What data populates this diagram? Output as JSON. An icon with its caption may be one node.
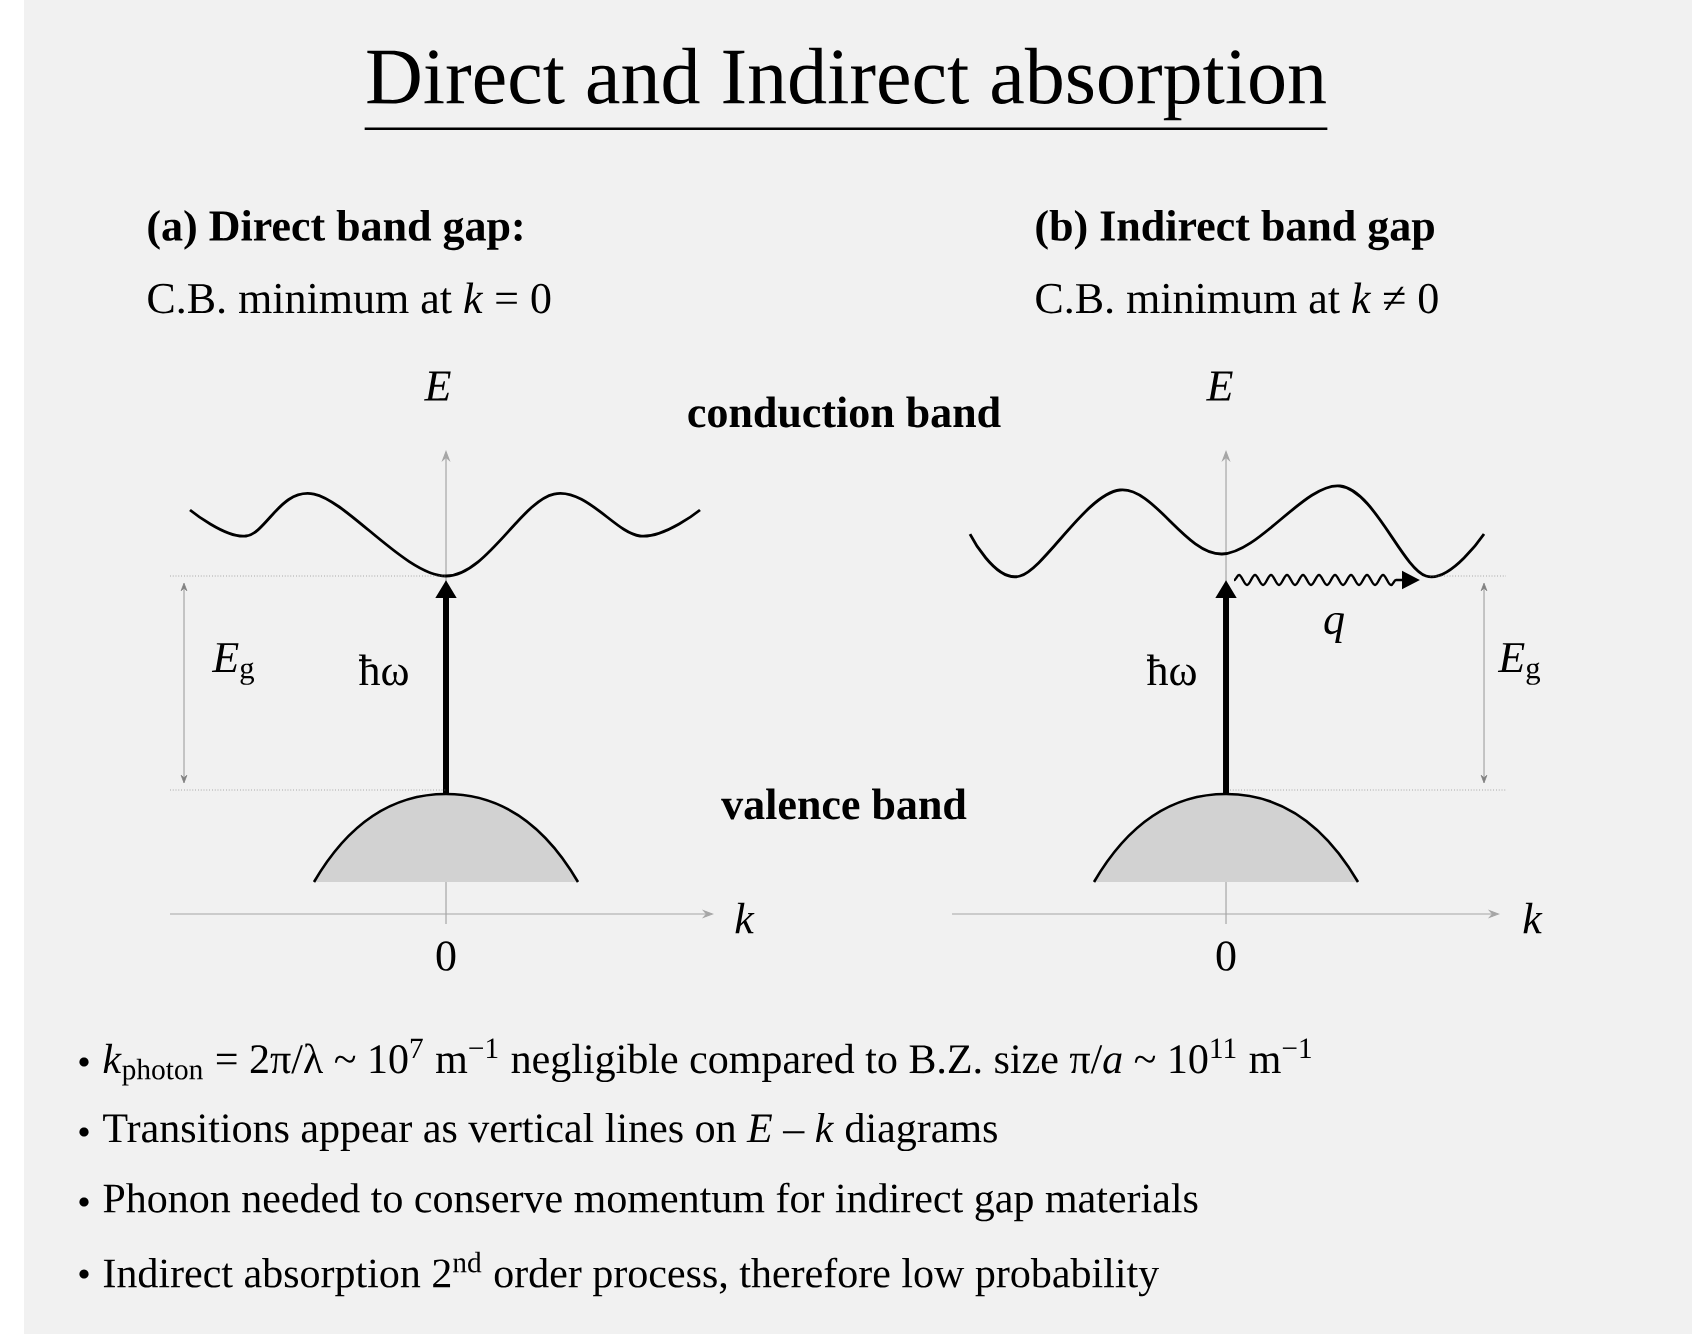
{
  "diagram": {
    "title": "Direct and Indirect absorption",
    "labels": [
      "(a) Direct band gap:",
      "(b) Indirect band gap",
      "C.B. minimum at *k* = 0",
      "C.B. minimum at *k* ≠ 0",
      "E",
      "conduction band",
      "E",
      "q",
      "*E*$_{g}$",
      "ħω",
      "ħω",
      "*E*$_{g}$",
      "valence band",
      "k",
      "k",
      "0",
      "0",
      "*k*$_{photon}$ = 2π/λ ~ 10$^{7}$ m$^{−1}$ negligible compared to B.Z. size π/*a* ~ 10$^{11}$ m$^{−1}$",
      "Transitions appear as vertical lines on *E* – *k* diagrams",
      "Phonon needed to conserve momentum for indirect gap materials",
      "Indirect absorption 2$^{nd}$ order process, therefore low probability"
    ]
  }
}
